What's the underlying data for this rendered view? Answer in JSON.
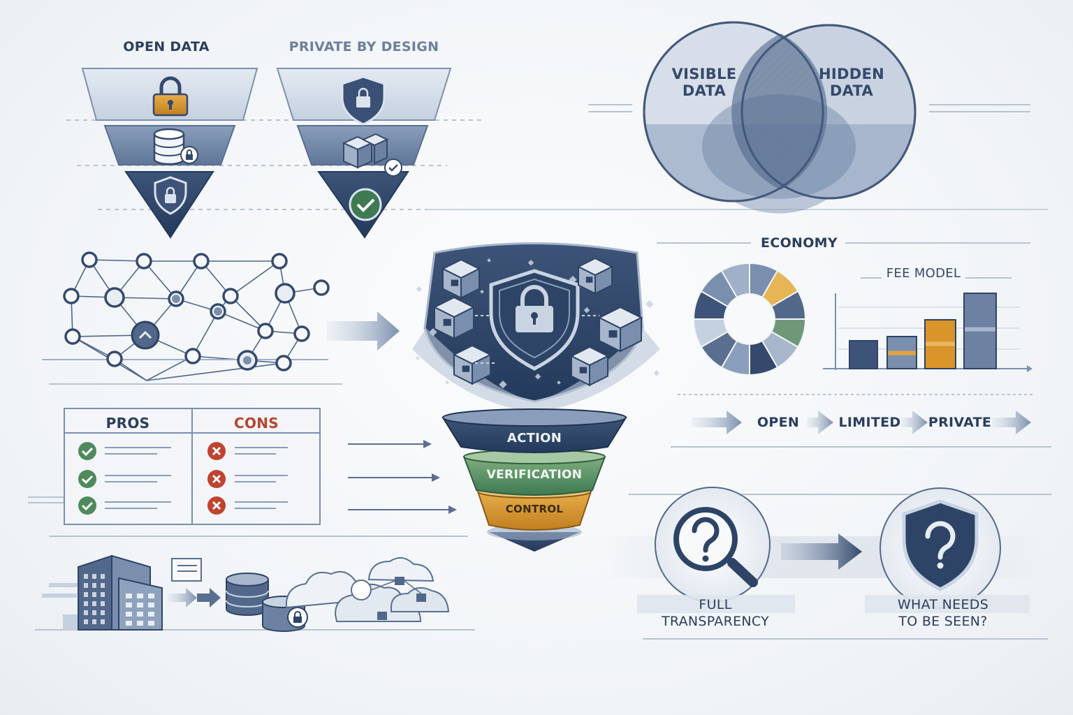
{
  "privacy_funnels": {
    "open_title": "OPEN DATA",
    "private_title": "PRIVATE BY DESIGN"
  },
  "venn": {
    "left_label": "VISIBLE\nDATA",
    "right_label": "HIDDEN\nDATA"
  },
  "economy": {
    "title": "ECONOMY",
    "fee_model_title": "FEE MODEL",
    "spectrum": [
      "OPEN",
      "LIMITED",
      "PRIVATE"
    ]
  },
  "pros_cons": {
    "pros_header": "PROS",
    "cons_header": "CONS",
    "pros_count": 3,
    "cons_count": 3
  },
  "stack_funnel": {
    "layers": [
      "ACTION",
      "VERIFICATION",
      "CONTROL"
    ]
  },
  "transparency_flow": {
    "from_label": "FULL\nTRANSPARENCY",
    "to_label": "WHAT NEEDS\nTO BE SEEN?"
  },
  "colors": {
    "navy": "#2e4466",
    "slate": "#5d7396",
    "light_slate": "#a7b6cb",
    "amber": "#d9942a",
    "green": "#4f8a5c",
    "red": "#c0432f",
    "ink": "#2b3e5c"
  },
  "icons": [
    "lock-icon",
    "database-icon",
    "shield-icon",
    "cube-icon",
    "check-icon",
    "cross-icon",
    "magnifier-icon",
    "question-icon",
    "building-icon",
    "cloud-icon",
    "document-icon",
    "arrow-icon"
  ]
}
